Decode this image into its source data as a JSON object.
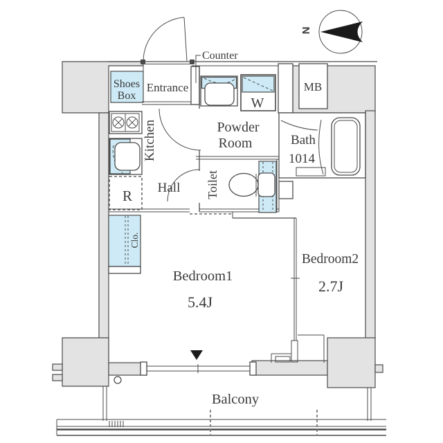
{
  "colors": {
    "wall": "#e3e3e3",
    "fixture": "#cdeaf6",
    "line": "#4a4a4a",
    "black": "#1a1a1a"
  },
  "compass": {
    "north": "N"
  },
  "labels": {
    "shoes_box_1": "Shoes",
    "shoes_box_2": "Box",
    "entrance": "Entrance",
    "counter": "Counter",
    "powder_1": "Powder",
    "powder_2": "Room",
    "washer": "W",
    "meter_box": "MB",
    "bath_1": "Bath",
    "bath_2": "1014",
    "kitchen": "Kitchen",
    "hall": "Hall",
    "toilet": "Toilet",
    "fridge": "R",
    "closet": "Clo.",
    "bedroom1": "Bedroom1",
    "bedroom1_size": "5.4J",
    "bedroom2": "Bedroom2",
    "bedroom2_size": "2.7J",
    "balcony": "Balcony"
  }
}
